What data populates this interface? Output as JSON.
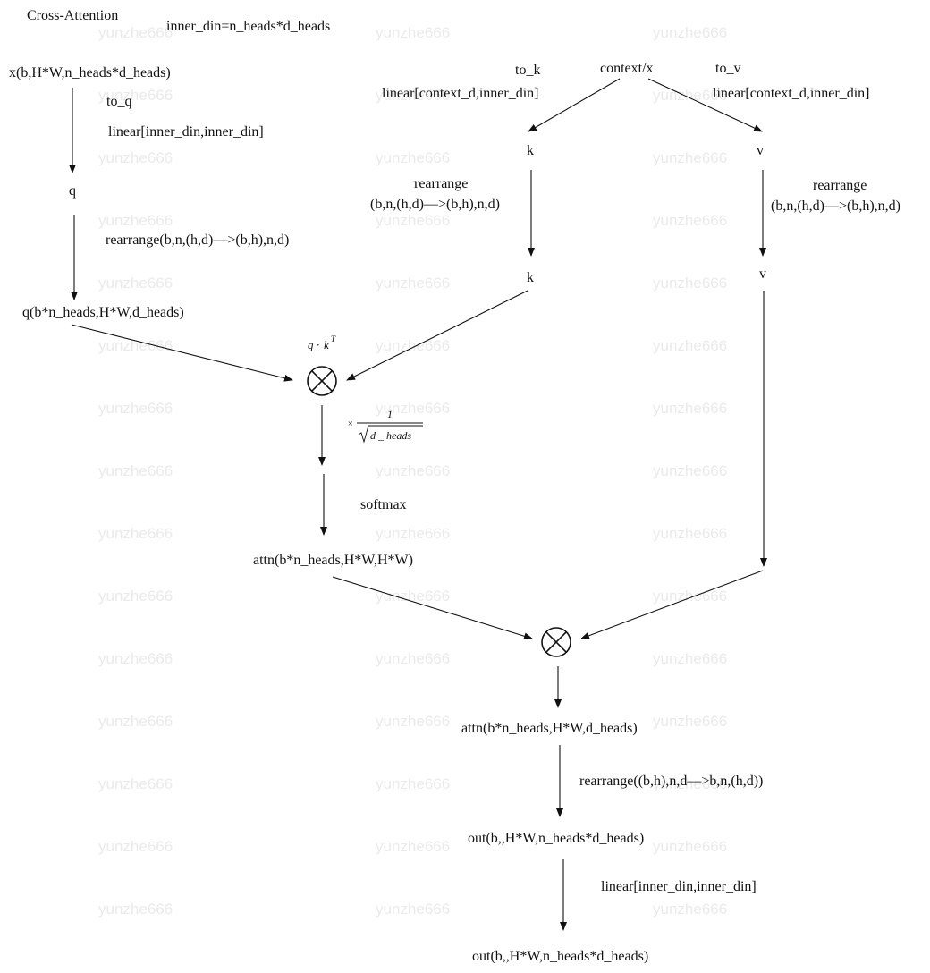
{
  "title": "Cross-Attention",
  "inner_din_note": "inner_din=n_heads*d_heads",
  "watermark": "yunzhe666",
  "query_branch": {
    "input": "x(b,H*W,n_heads*d_heads)",
    "to_q": "to_q",
    "to_q_linear": "linear[inner_din,inner_din]",
    "q": "q",
    "rearrange": "rearrange(b,n,(h,d)—>(b,h),n,d)",
    "q_shaped": "q(b*n_heads,H*W,d_heads)"
  },
  "context_node": "context/x",
  "key_branch": {
    "to_k": "to_k",
    "to_k_linear": "linear[context_d,inner_din]",
    "k": "k",
    "rearrange": "rearrange",
    "rearrange_shape": "(b,n,(h,d)—>(b,h),n,d)",
    "k_shaped": "k"
  },
  "value_branch": {
    "to_v": "to_v",
    "to_v_linear": "linear[context_d,inner_din]",
    "v": "v",
    "rearrange": "rearrange",
    "rearrange_shape": "(b,n,(h,d)—>(b,h),n,d)",
    "v_shaped": "v"
  },
  "score": {
    "qk_q": "q",
    "qk_dot": "·",
    "qk_k": "k",
    "qk_T": "T",
    "scale_times": "×",
    "scale_num": "1",
    "scale_den": "d _ heads",
    "softmax": "softmax",
    "attn": "attn(b*n_heads,H*W,H*W)"
  },
  "output": {
    "attn_out": "attn(b*n_heads,H*W,d_heads)",
    "rearrange": "rearrange((b,h),n,d—>b,n,(h,d))",
    "out1": "out(b,,H*W,n_heads*d_heads)",
    "linear": "linear[inner_din,inner_din]",
    "out2": "out(b,,H*W,n_heads*d_heads)"
  }
}
